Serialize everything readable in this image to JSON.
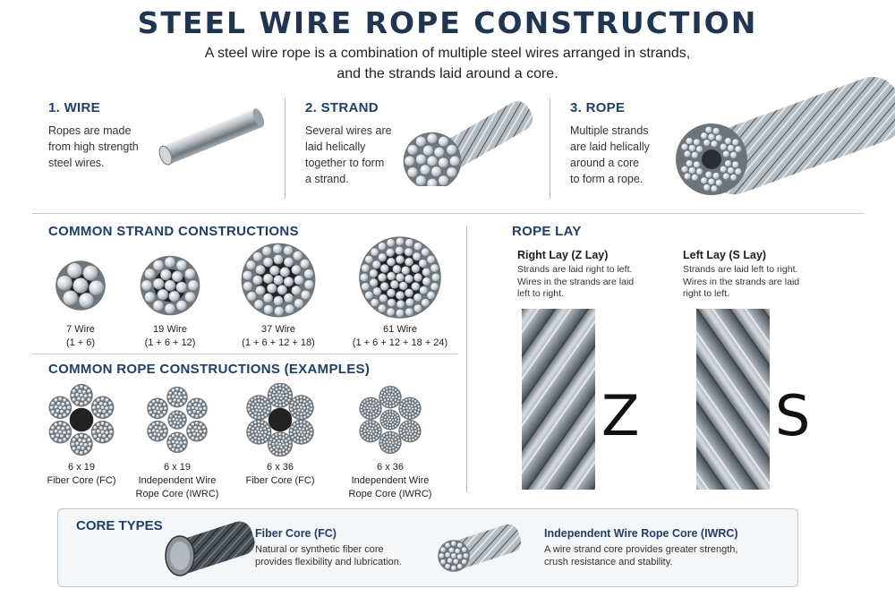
{
  "title": "STEEL WIRE ROPE CONSTRUCTION",
  "subtitle_line1": "A steel wire rope is a combination of multiple steel wires arranged in strands,",
  "subtitle_line2": "and the strands laid around a core.",
  "steps": [
    {
      "heading": "1. WIRE",
      "lines": [
        "Ropes are made",
        "from high strength",
        "steel wires."
      ]
    },
    {
      "heading": "2. STRAND",
      "lines": [
        "Several wires are",
        "laid helically",
        "together to form",
        "a strand."
      ]
    },
    {
      "heading": "3. ROPE",
      "lines": [
        "Multiple strands",
        "are laid helically",
        "around a core",
        "to form a rope."
      ]
    }
  ],
  "strand_section": {
    "title": "COMMON STRAND CONSTRUCTIONS",
    "items": [
      {
        "name": "7 Wire",
        "formula": "(1 + 6)"
      },
      {
        "name": "19 Wire",
        "formula": "(1 + 6 + 12)"
      },
      {
        "name": "37 Wire",
        "formula": "(1 + 6 + 12 + 18)"
      },
      {
        "name": "61 Wire",
        "formula": "(1 + 6 + 12 + 18 + 24)"
      }
    ]
  },
  "rope_section": {
    "title": "COMMON ROPE CONSTRUCTIONS (EXAMPLES)",
    "items": [
      {
        "size": "6 x 19",
        "core1": "Fiber Core (FC)",
        "core2": ""
      },
      {
        "size": "6 x 19",
        "core1": "Independent Wire",
        "core2": "Rope Core (IWRC)"
      },
      {
        "size": "6 x 36",
        "core1": "Fiber Core (FC)",
        "core2": ""
      },
      {
        "size": "6 x 36",
        "core1": "Independent Wire",
        "core2": "Rope Core (IWRC)"
      }
    ]
  },
  "rope_lay": {
    "title": "ROPE LAY",
    "right": {
      "heading": "Right Lay (Z Lay)",
      "lines": [
        "Strands are laid right to left.",
        "Wires in the strands are laid",
        "left to right."
      ],
      "letter": "Z"
    },
    "left": {
      "heading": "Left Lay (S Lay)",
      "lines": [
        "Strands are laid left to right.",
        "Wires in the strands are laid",
        "right to left."
      ],
      "letter": "S"
    }
  },
  "core_types": {
    "title": "CORE TYPES",
    "fiber": {
      "heading": "Fiber Core (FC)",
      "line1": "Natural or synthetic fiber core",
      "line2": "provides flexibility and lubrication."
    },
    "iwrc": {
      "heading": "Independent Wire Rope Core (IWRC)",
      "line1": "A wire strand core provides greater strength,",
      "line2": "crush resistance and stability."
    }
  },
  "colors": {
    "navy": "#1f3550",
    "heading_blue": "#1f3f68",
    "steel": "#9aa3ab",
    "core_dark": "#222222"
  }
}
